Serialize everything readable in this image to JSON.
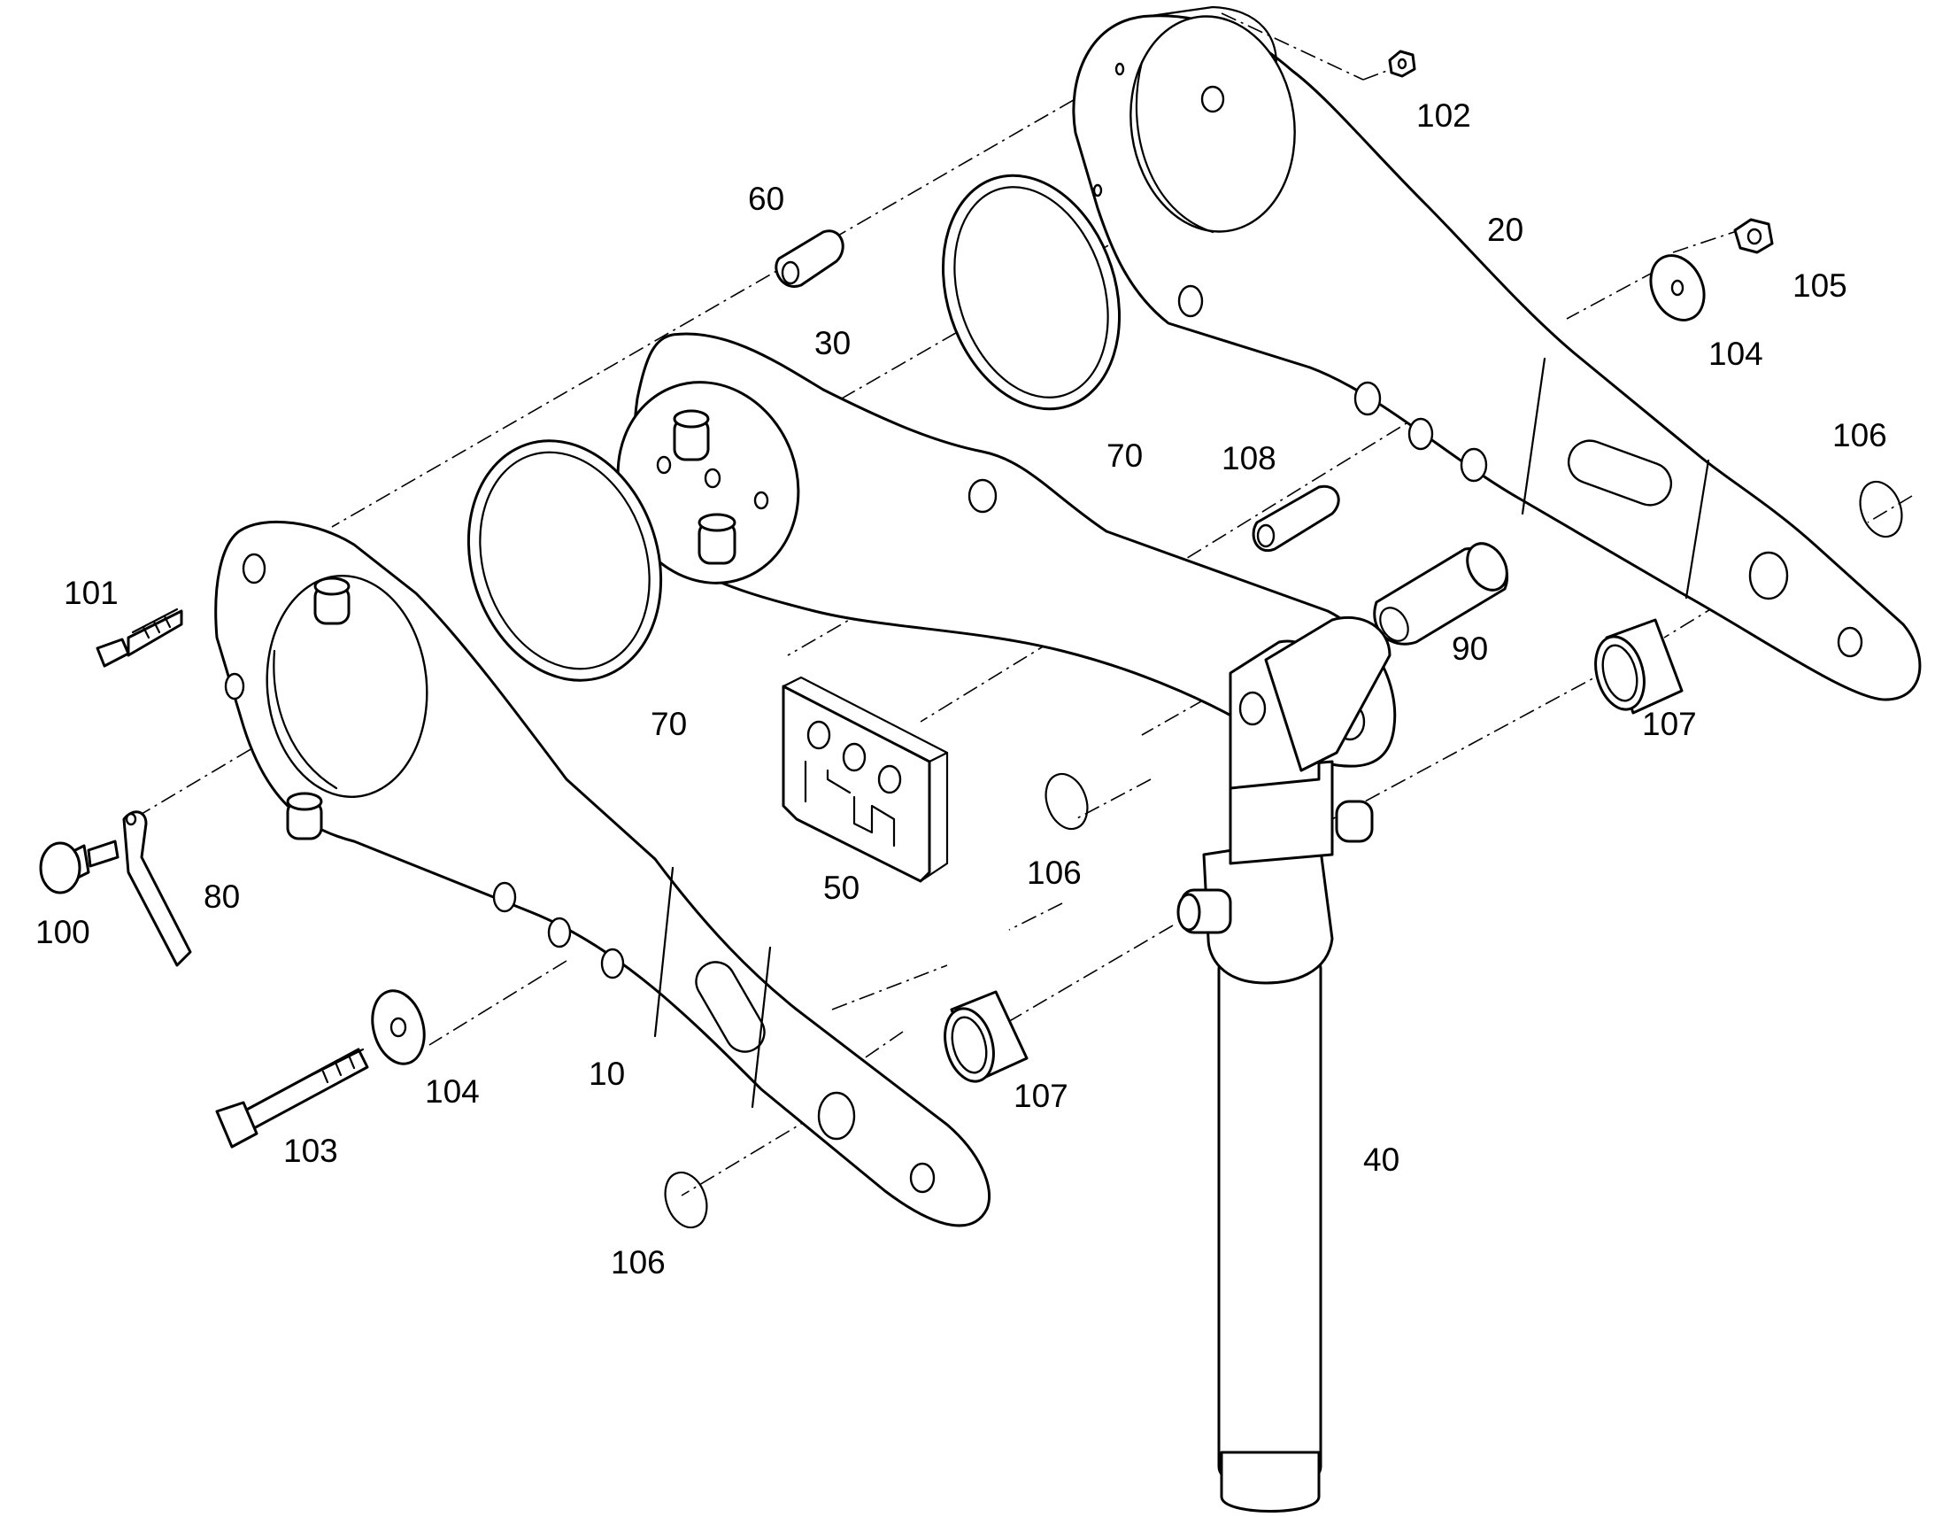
{
  "diagram": {
    "type": "exploded-parts-view",
    "line_color": "#000000",
    "background": "#ffffff",
    "callouts": [
      {
        "id": "c102",
        "text": "102"
      },
      {
        "id": "c60",
        "text": "60"
      },
      {
        "id": "c20",
        "text": "20"
      },
      {
        "id": "c105",
        "text": "105"
      },
      {
        "id": "c30",
        "text": "30"
      },
      {
        "id": "c104a",
        "text": "104"
      },
      {
        "id": "c70a",
        "text": "70"
      },
      {
        "id": "c108",
        "text": "108"
      },
      {
        "id": "c106a",
        "text": "106"
      },
      {
        "id": "c101",
        "text": "101"
      },
      {
        "id": "c90",
        "text": "90"
      },
      {
        "id": "c70b",
        "text": "70"
      },
      {
        "id": "c107a",
        "text": "107"
      },
      {
        "id": "c80",
        "text": "80"
      },
      {
        "id": "c50",
        "text": "50"
      },
      {
        "id": "c106b",
        "text": "106"
      },
      {
        "id": "c100",
        "text": "100"
      },
      {
        "id": "c104b",
        "text": "104"
      },
      {
        "id": "c10",
        "text": "10"
      },
      {
        "id": "c107b",
        "text": "107"
      },
      {
        "id": "c103",
        "text": "103"
      },
      {
        "id": "c40",
        "text": "40"
      },
      {
        "id": "c106c",
        "text": "106"
      }
    ]
  }
}
